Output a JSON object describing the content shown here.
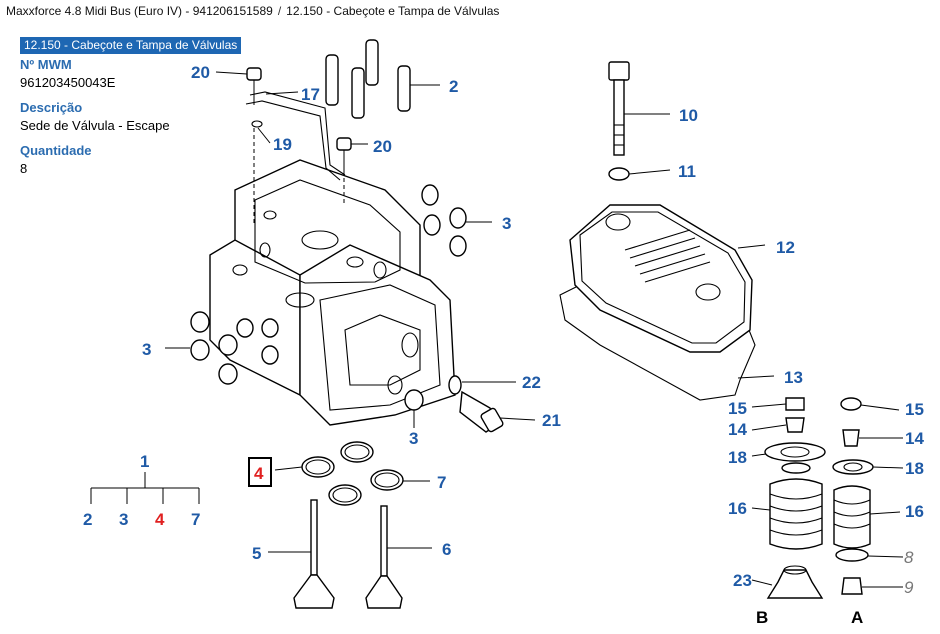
{
  "breadcrumb": {
    "model": "Maxxforce 4.8 Midi Bus (Euro IV) - 941206151589",
    "separator": "/",
    "section": "12.150 - Cabeçote e Tampa de Válvulas"
  },
  "selected_group": "12.150 - Cabeçote e Tampa de Válvulas",
  "fields": {
    "mwm_label": "Nº MWM",
    "mwm_value": "961203450043E",
    "desc_label": "Descrição",
    "desc_value": "Sede de Válvula - Escape",
    "qty_label": "Quantidade",
    "qty_value": "8"
  },
  "callouts": {
    "c20a": "20",
    "c17": "17",
    "c2": "2",
    "c19": "19",
    "c20b": "20",
    "c10": "10",
    "c11": "11",
    "c12": "12",
    "c3a": "3",
    "c3b": "3",
    "c3c": "3",
    "c22": "22",
    "c21": "21",
    "c13": "13",
    "c4": "4",
    "c7": "7",
    "c5": "5",
    "c6": "6",
    "c15a": "15",
    "c15b": "15",
    "c14a": "14",
    "c14b": "14",
    "c18a": "18",
    "c18b": "18",
    "c16a": "16",
    "c16b": "16",
    "c8": "8",
    "c9": "9",
    "c23": "23"
  },
  "tree": {
    "root": "1",
    "children": [
      "2",
      "3",
      "4",
      "7"
    ],
    "highlight": "4"
  },
  "letters": {
    "b": "B",
    "a": "A"
  },
  "colors": {
    "callout": "#1f5aa6",
    "highlight": "#e02020",
    "selection": "#1e67b3",
    "label": "#2b6cb0"
  }
}
